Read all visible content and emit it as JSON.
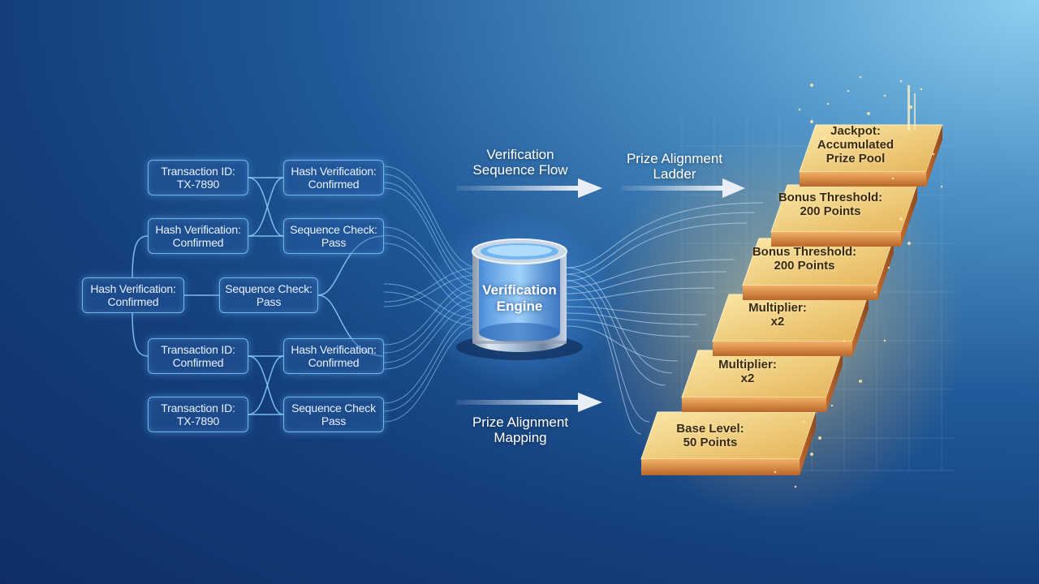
{
  "left_nodes": [
    {
      "text": "Transaction ID:\nTX-7890"
    },
    {
      "text": "Hash Verification:\nConfirmed"
    },
    {
      "text": "Hash Verification:\nConfirmed"
    },
    {
      "text": "Sequence Check:\nPass"
    },
    {
      "text": "Hash Verification:\nConfirmed"
    },
    {
      "text": "Sequence Check:\nPass"
    },
    {
      "text": "Transaction ID:\nConfirmed"
    },
    {
      "text": "Hash Verification:\nConfirmed"
    },
    {
      "text": "Transaction ID:\nTX-7890"
    },
    {
      "text": "Sequence Check\nPass"
    }
  ],
  "flow_labels": {
    "verification_flow": "Verification\nSequence Flow",
    "prize_ladder": "Prize Alignment\nLadder",
    "prize_mapping": "Prize Alignment\nMapping"
  },
  "engine": {
    "label": "Verification\nEngine"
  },
  "ladder_steps": [
    {
      "text": "Base Level:\n50 Points"
    },
    {
      "text": "Multiplier:\nx2"
    },
    {
      "text": "Multiplier:\nx2"
    },
    {
      "text": "Bonus Threshold:\n200 Points"
    },
    {
      "text": "Bonus Threshold:\n200 Points"
    },
    {
      "text": "Jackpot:\nAccumulated\nPrize Pool"
    }
  ],
  "colors": {
    "node_border": "#6db6f0",
    "connector": "#8fd0ff",
    "gold_top": "#f3cf7a",
    "gold_side": "#c9772e"
  }
}
